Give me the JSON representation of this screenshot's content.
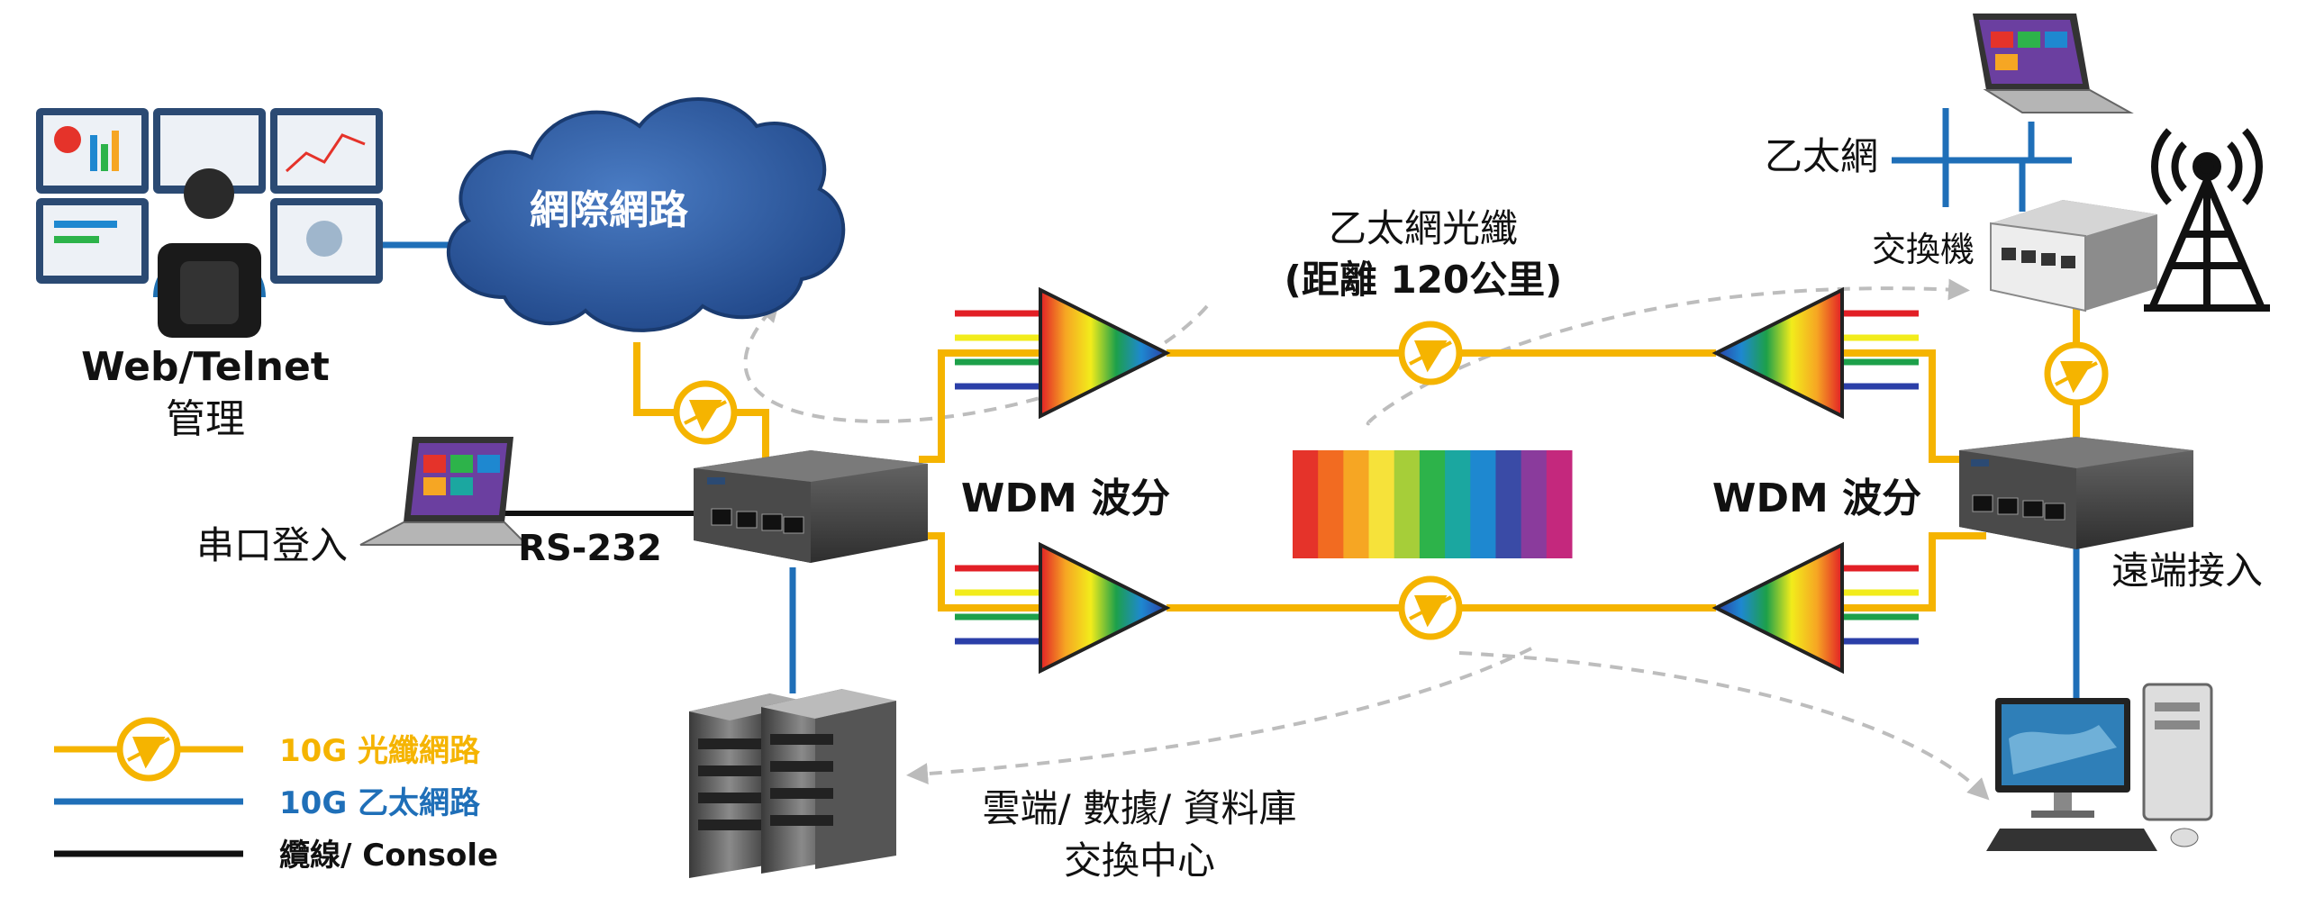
{
  "labels": {
    "web_mgmt_1": "Web/Telnet",
    "web_mgmt_2": "管理",
    "internet": "網際網路",
    "serial_login": "串口登入",
    "rs232": "RS-232",
    "fiber_title_1": "乙太網光纖",
    "fiber_title_2": "(距離 120公里)",
    "wdm_left": "WDM 波分",
    "wdm_right": "WDM 波分",
    "ethernet": "乙太網",
    "switch": "交換機",
    "remote_access": "遠端接入",
    "datacenter_1": "雲端/ 數據/ 資料庫",
    "datacenter_2": "交換中心"
  },
  "legend": [
    {
      "text": "10G 光纖網路",
      "color": "#F5B400"
    },
    {
      "text": "10G 乙太網路",
      "color": "#1F6FB8"
    },
    {
      "text": "纜線/ Console",
      "color": "#000000"
    }
  ],
  "colors": {
    "fiber": "#F5B400",
    "ethernet": "#1F6FB8",
    "cable": "#111111",
    "cloud": "#2E5B9F",
    "dashed": "#BBBBBB"
  },
  "channel_colors": [
    "#E21F26",
    "#F2EC1B",
    "#1DA04A",
    "#2B3FA8"
  ],
  "spectrum_colors": [
    "#E5332A",
    "#F26B21",
    "#F6A623",
    "#F6E23A",
    "#A6CE39",
    "#2DB34A",
    "#1BA7A0",
    "#1E88D0",
    "#3A4BA6",
    "#8A3B9C",
    "#C4287D"
  ],
  "icons": {
    "monitoring": "monitoring-station-icon",
    "cloud": "cloud-icon",
    "laptop": "laptop-icon",
    "media_converter": "media-converter-icon",
    "wdm_prism": "wdm-prism-icon",
    "fiber_transceiver": "fiber-transceiver-icon",
    "server": "server-rack-icon",
    "switch": "switch-icon",
    "tower": "radio-tower-icon",
    "desktop": "desktop-pc-icon"
  }
}
